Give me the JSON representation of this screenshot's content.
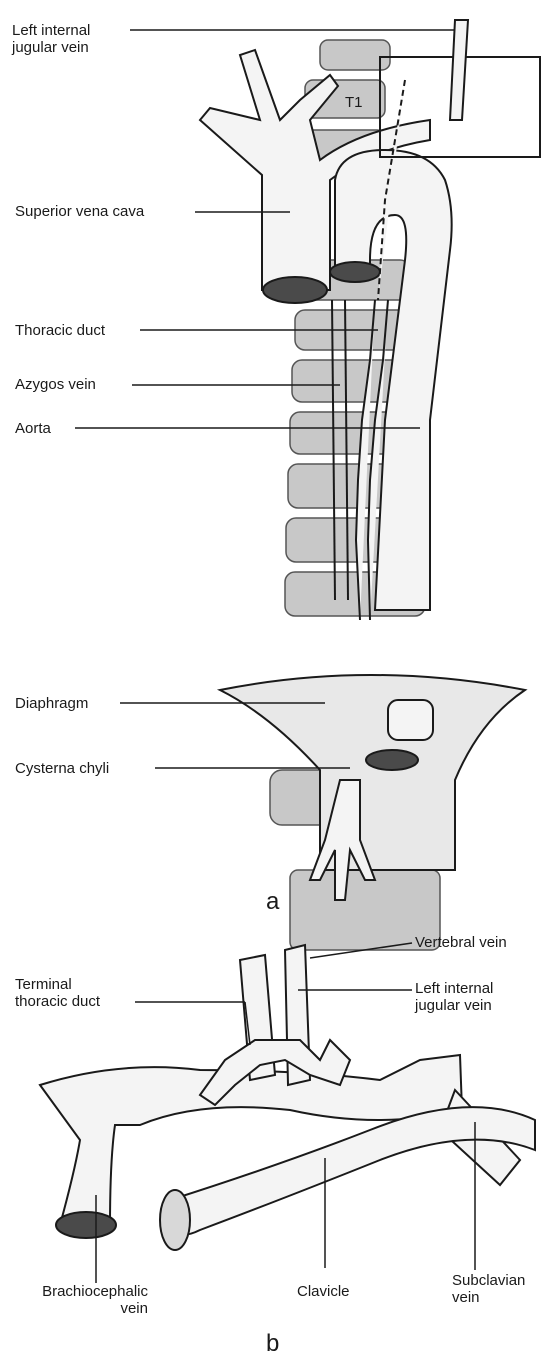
{
  "panel_a": {
    "vertebra_label": "T1",
    "labels": {
      "left_internal_jugular_vein": "Left internal\njugular vein",
      "superior_vena_cava": "Superior vena cava",
      "thoracic_duct": "Thoracic duct",
      "azygos_vein": "Azygos vein",
      "aorta": "Aorta",
      "diaphragm": "Diaphragm",
      "cysterna_chyli": "Cysterna chyli"
    },
    "caption": "a"
  },
  "panel_b": {
    "labels": {
      "vertebral_vein": "Vertebral vein",
      "terminal_thoracic_duct": "Terminal\nthoracic duct",
      "left_internal_jugular_vein": "Left internal\njugular vein",
      "brachiocephalic_vein": "Brachiocephalic\nvein",
      "clavicle": "Clavicle",
      "subclavian_vein": "Subclavian\nvein"
    },
    "caption": "b"
  },
  "colors": {
    "ink": "#1a1a1a",
    "bone": "#c8c8c8",
    "vessel": "#f4f4f4",
    "lumen": "#4a4a4a"
  }
}
